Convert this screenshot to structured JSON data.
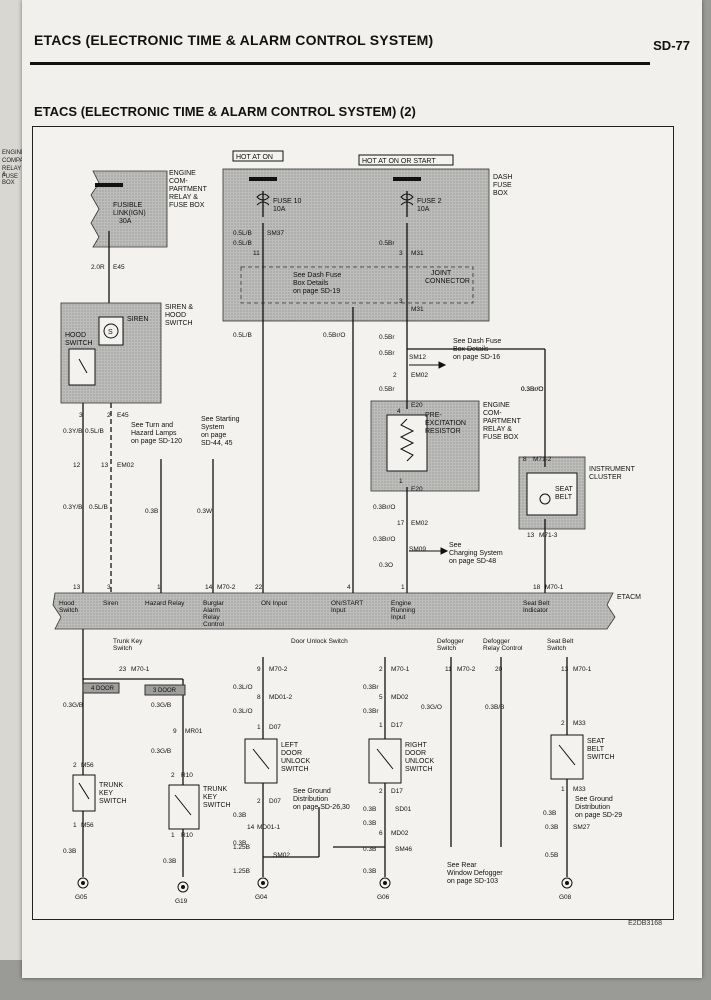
{
  "header": {
    "title": "ETACS (ELECTRONIC TIME & ALARM CONTROL SYSTEM)",
    "page_number": "SD-77"
  },
  "section_title": "ETACS (ELECTRONIC TIME & ALARM CONTROL SYSTEM) (2)",
  "figure_code": "E2DB3168",
  "diagram": {
    "power": {
      "hot_at_on": "HOT AT ON",
      "hot_at_on_or_start": "HOT AT ON OR START",
      "fusible_link": [
        "FUSIBLE",
        "LINK(IGN)",
        "30A"
      ],
      "engine_relay_box": [
        "ENGINE",
        "COM-",
        "PARTMENT",
        "RELAY &",
        "FUSE BOX"
      ],
      "fuse10": [
        "FUSE 10",
        "10A"
      ],
      "fuse2": [
        "FUSE 2",
        "10A"
      ],
      "dash_fuse_box": [
        "DASH",
        "FUSE",
        "BOX"
      ],
      "dash_fuse_note": [
        "See Dash Fuse",
        "Box Details",
        "on page SD-19"
      ],
      "joint_connector": [
        "JOINT",
        "CONNECTOR"
      ],
      "dash_fuse_note2": [
        "See Dash Fuse",
        "Box Details",
        "on page SD-16"
      ]
    },
    "siren": {
      "title": [
        "SIREN &",
        "HOOD",
        "SWITCH"
      ],
      "siren_label": "SIREN",
      "siren_symbol": "S",
      "hood_switch": [
        "HOOD",
        "SWITCH"
      ]
    },
    "notes": {
      "turn_hazard": [
        "See Turn and",
        "Hazard Lamps",
        "on page SD-120"
      ],
      "starting": [
        "See Starting",
        "System",
        "on page",
        "SD-44, 45"
      ],
      "charging": [
        "See",
        "Charging System",
        "on page SD-48"
      ],
      "ground_left": [
        "See Ground",
        "Distribution",
        "on page SD-26,30"
      ],
      "ground_right": [
        "See Ground",
        "Distribution",
        "on page SD-29"
      ],
      "rear_defogger": [
        "See Rear",
        "Window Defogger",
        "on page SD-103"
      ]
    },
    "pre_excitation": {
      "title": [
        "PRE-",
        "EXCITATION",
        "RESISTOR"
      ],
      "box": [
        "ENGINE",
        "COM-",
        "PARTMENT",
        "RELAY &",
        "FUSE BOX"
      ]
    },
    "instrument_cluster": {
      "title": [
        "INSTRUMENT",
        "CLUSTER"
      ],
      "seat_belt": [
        "SEAT",
        "BELT"
      ]
    },
    "etacm": {
      "name": "ETACM",
      "pins": [
        "13",
        "3",
        "1",
        "14",
        "M70-2",
        "22",
        "4",
        "1",
        "18",
        "M70-1"
      ],
      "labels": [
        [
          "Hood",
          "Switch"
        ],
        [
          "Siren"
        ],
        [
          "Hazard Relay"
        ],
        [
          "Burglar",
          "Alarm",
          "Relay",
          "Control"
        ],
        [
          "ON Input"
        ],
        [
          "ON/START",
          "Input"
        ],
        [
          "Engine",
          "Running",
          "Input"
        ],
        [
          "Seat Belt",
          "Indicator"
        ]
      ],
      "bottom_labels": [
        [
          "Trunk Key",
          "Switch"
        ],
        [
          "Door Unlock Switch"
        ],
        [
          "Defogger",
          "Switch"
        ],
        [
          "Defogger",
          "Relay Control"
        ],
        [
          "Seat Belt",
          "Switch"
        ]
      ]
    },
    "bottom": {
      "four_door": "4 DOOR",
      "three_door": "3 DOOR",
      "trunk_key_switch": [
        "TRUNK",
        "KEY",
        "SWITCH"
      ],
      "left_door": [
        "LEFT",
        "DOOR",
        "UNLOCK",
        "SWITCH"
      ],
      "right_door": [
        "RIGHT",
        "DOOR",
        "UNLOCK",
        "SWITCH"
      ],
      "seat_belt_switch": [
        "SEAT",
        "BELT",
        "SWITCH"
      ]
    },
    "wire_labels": [
      "2.0R",
      "E45",
      "0.5L/B",
      "SM37",
      "0.5L/B",
      "11",
      "0.5Br",
      "3",
      "M31",
      "0.5L/B",
      "0.5Br/O",
      "0.5Br",
      "3",
      "M31",
      "0.5Br",
      "SM12",
      "2",
      "EM02",
      "0.5Br",
      "4",
      "E20",
      "1",
      "E20",
      "0.3Br/O",
      "0.3Br/O",
      "17",
      "EM02",
      "0.3Br/O",
      "SM09",
      "0.3O",
      "8",
      "M71-2",
      "13",
      "M71-3",
      "0.3Br/O",
      "0.3Y/B",
      "0.5L/B",
      "12",
      "13",
      "EM02",
      "0.3Y/B",
      "0.5L/B",
      "0.3B",
      "0.3W",
      "3",
      "2",
      "E45",
      "23",
      "M70-1",
      "0.3G/B",
      "0.3G/B",
      "9",
      "MR01",
      "0.3G/B",
      "2",
      "M56",
      "1",
      "M56",
      "0.3B",
      "2",
      "R10",
      "1",
      "R10",
      "0.3B",
      "9",
      "M70-2",
      "0.3L/O",
      "8",
      "MD01-2",
      "0.3L/O",
      "1",
      "D07",
      "2",
      "D07",
      "0.3B",
      "14",
      "MD01-1",
      "0.3B",
      "1.25B",
      "SM02",
      "1.25B",
      "2",
      "M70-1",
      "0.3Br",
      "5",
      "MD02",
      "0.3Br",
      "1",
      "D17",
      "2",
      "D17",
      "0.3B",
      "SD01",
      "0.3B",
      "6",
      "MD02",
      "0.3B",
      "SM46",
      "0.3B",
      "11",
      "M70-2",
      "0.3G/O",
      "20",
      "0.3B/B",
      "13",
      "M70-1",
      "0.3B",
      "2",
      "M33",
      "1",
      "M33",
      "0.3B",
      "SM27",
      "0.5B"
    ],
    "grounds": [
      "G05",
      "G19",
      "G04",
      "G06",
      "G08"
    ]
  },
  "left_page_fragments": [
    "ENGINE",
    "COMPARTMENT",
    "RELAY &",
    "FUSE BOX"
  ]
}
